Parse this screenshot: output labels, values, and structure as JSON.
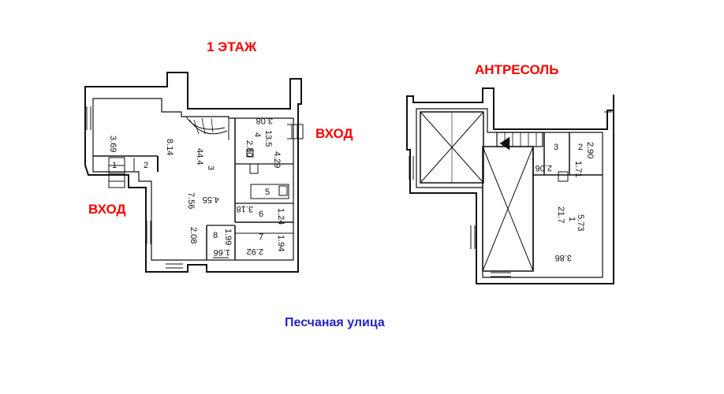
{
  "labels": {
    "floor1": "1 ЭТАЖ",
    "mezzanine": "АНТРЕСОЛЬ",
    "entrance_right": "ВХОД",
    "entrance_left": "ВХОД",
    "street": "Песчаная улица"
  },
  "colors": {
    "heading": "#ff0000",
    "street": "#2424c8",
    "lines": "#111111"
  },
  "floor1": {
    "dims": {
      "d369": "3.69",
      "d814": "8.14",
      "d308": "3.08",
      "d280": "2.80",
      "d429": "4.29",
      "d756": "7.56",
      "d455": "4.55",
      "d318": "3.18",
      "d124": "1.24",
      "d208": "2.08",
      "d199": "1.99",
      "d166": "1.66",
      "d292": "2.92",
      "d194": "1.94"
    },
    "rooms": {
      "r1": "1",
      "r2": "2",
      "r3": "3",
      "r3area": "44.4",
      "r4": "4",
      "r4area": "13.5",
      "r5": "5",
      "r6": "6",
      "r7": "7",
      "r8": "8"
    }
  },
  "mezz": {
    "dims": {
      "d290": "2.90",
      "d206": "2.06",
      "d171": "1.71",
      "d573": "5.73",
      "d386": "3.86"
    },
    "rooms": {
      "r1": "1",
      "r1area": "21.7",
      "r2": "2",
      "r3": "3"
    }
  }
}
